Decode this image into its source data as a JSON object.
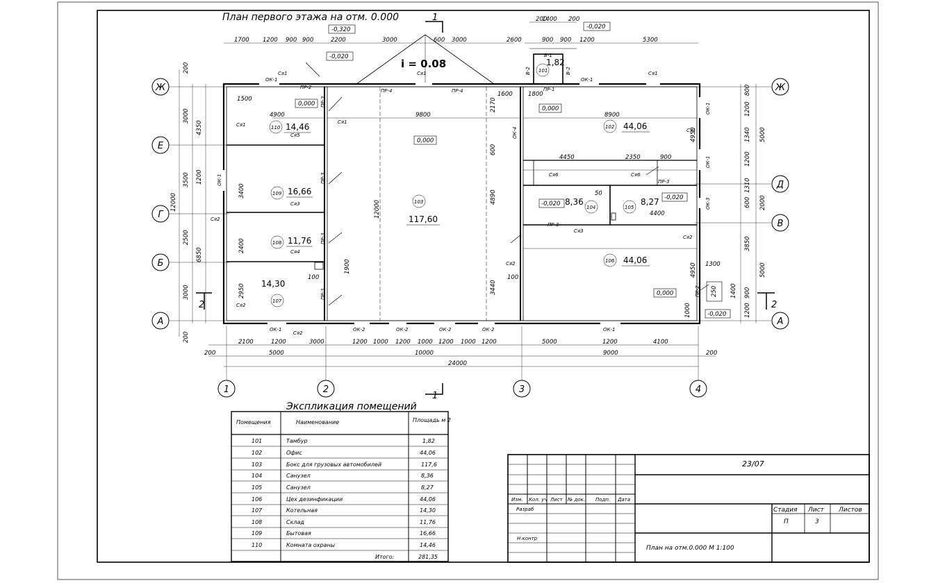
{
  "drawing": {
    "title": "План первого этажа на отм. 0.000",
    "section_marks": [
      "1",
      "1",
      "2",
      "2"
    ],
    "roof_slope": "i  =  0.08",
    "row_axes": [
      "Ж",
      "Е",
      "Д",
      "Г",
      "В",
      "Б",
      "А"
    ],
    "col_axes": [
      "1",
      "2",
      "3",
      "4"
    ],
    "rooms": [
      {
        "number": "101",
        "area": "1,82"
      },
      {
        "number": "102",
        "area": "44,06"
      },
      {
        "number": "103",
        "area": "117,60"
      },
      {
        "number": "104",
        "area": "8,36"
      },
      {
        "number": "105",
        "area": "8,27"
      },
      {
        "number": "106",
        "area": "44,06"
      },
      {
        "number": "107",
        "area": "14,30"
      },
      {
        "number": "108",
        "area": "11,76"
      },
      {
        "number": "109",
        "area": "16,66"
      },
      {
        "number": "110",
        "area": "14,46"
      }
    ],
    "levels": [
      "-0,320",
      "-0,020",
      "-0,020",
      "0,000",
      "0,000",
      "0,000",
      "-0,020",
      "-0,020",
      "0,000",
      "-0,020"
    ],
    "openings": [
      "ОК-1",
      "ОК-2",
      "ОК-3",
      "ОК-4",
      "ПР-1",
      "ПР-2",
      "ПР-3",
      "ПР-4",
      "В-1",
      "В-2",
      "Ся1",
      "Ся2",
      "Ся3",
      "Ся4",
      "Ся5",
      "Ся6"
    ],
    "dims_top": [
      "1700",
      "1200",
      "900",
      "900",
      "2200",
      "3000",
      "600",
      "3000",
      "2600",
      "900",
      "900",
      "1200",
      "5300",
      "200",
      "1400",
      "200"
    ],
    "dims_bottom": [
      "2100",
      "1200",
      "3000",
      "1200",
      "1000",
      "1200",
      "1000",
      "1200",
      "1000",
      "1200",
      "5000",
      "1200",
      "4100",
      "200",
      "5000",
      "10000",
      "9000",
      "200",
      "24000"
    ],
    "dims_left": [
      "200",
      "3000",
      "4350",
      "3500",
      "1200",
      "12000",
      "2500",
      "6850",
      "3000",
      "200"
    ],
    "dims_right": [
      "800",
      "1200",
      "1340",
      "5000",
      "1200",
      "1310",
      "600",
      "2000",
      "3850",
      "5000",
      "900",
      "1200"
    ],
    "dims_inner": [
      "1500",
      "4900",
      "9800",
      "8900",
      "4450",
      "2350",
      "900",
      "4400",
      "2950",
      "3400",
      "2400",
      "12000",
      "4890",
      "3440",
      "2170",
      "600",
      "1900",
      "1300",
      "1400",
      "250",
      "4950",
      "4950",
      "1000",
      "100",
      "100",
      "50",
      "1800",
      "1600"
    ]
  },
  "explication": {
    "title": "Экспликация помещений",
    "headers": [
      "Помещения",
      "Наименование",
      "Площадь м 2"
    ],
    "rows": [
      [
        "101",
        "Тамбур",
        "1,82"
      ],
      [
        "102",
        "Офис",
        "44,06"
      ],
      [
        "103",
        "Бокс для грузовых автомобилей",
        "117,6"
      ],
      [
        "104",
        "Санузел",
        "8,36"
      ],
      [
        "105",
        "Санузел",
        "8,27"
      ],
      [
        "106",
        "Цех дезинфикации",
        "44,06"
      ],
      [
        "107",
        "Котельная",
        "14,30"
      ],
      [
        "108",
        "Склад",
        "11,76"
      ],
      [
        "109",
        "Бытовая",
        "16,66"
      ],
      [
        "110",
        "Комната охраны",
        "14,46"
      ]
    ],
    "total_label": "Итого:",
    "total_value": "281,35"
  },
  "stamp": {
    "code": "23/07",
    "col_headers": [
      "Изм.",
      "Кол. уч",
      "Лист",
      "№ док.",
      "Подп.",
      "Дата"
    ],
    "developed": "Разраб",
    "norm_control": "Н.контр",
    "stage_labels": [
      "Стадия",
      "Лист",
      "Листов"
    ],
    "stage_values": [
      "П",
      "3",
      ""
    ],
    "sheet_title": "План на отм.0.000 М 1:100"
  },
  "colors": {
    "line": "#000000",
    "paper": "#ffffff",
    "frame": "#555555"
  }
}
